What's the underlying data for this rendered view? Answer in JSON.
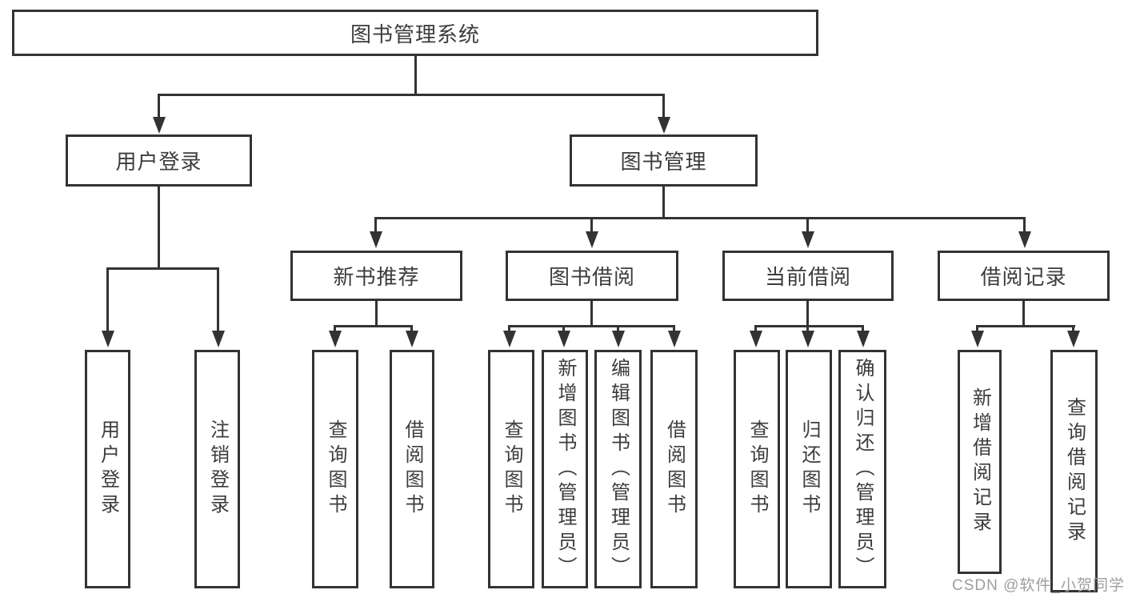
{
  "root": {
    "label": "图书管理系统"
  },
  "level2": {
    "user_login": {
      "label": "用户登录"
    },
    "book_management": {
      "label": "图书管理"
    }
  },
  "level3": {
    "new_book_recommend": {
      "label": "新书推荐"
    },
    "book_borrow": {
      "label": "图书借阅"
    },
    "current_borrow": {
      "label": "当前借阅"
    },
    "borrow_record": {
      "label": "借阅记录"
    }
  },
  "leaves": {
    "user_login": [
      "用户登录",
      "注销登录"
    ],
    "new_book_recommend": [
      "查询图书",
      "借阅图书"
    ],
    "book_borrow": [
      "查询图书",
      "新增图书（管理员）",
      "编辑图书（管理员）",
      "借阅图书"
    ],
    "current_borrow": [
      "查询图书",
      "归还图书",
      "确认归还（管理员）"
    ],
    "borrow_record": [
      "新增借阅记录",
      "查询借阅记录"
    ]
  },
  "watermark": "CSDN @软件_小贺同学",
  "colors": {
    "line": "#333333",
    "text": "#3c3c3c",
    "watermark": "#9e9e9e",
    "background": "#ffffff"
  }
}
